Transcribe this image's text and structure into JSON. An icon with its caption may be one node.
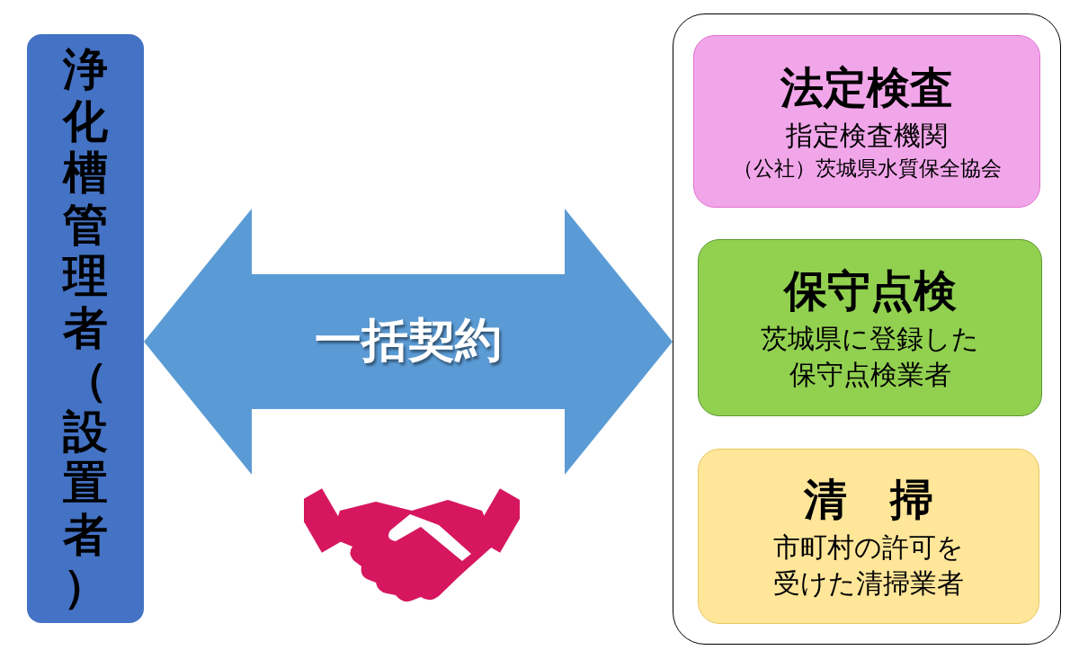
{
  "diagram": {
    "nodes": [
      {
        "text": [
          "浄化槽管理者（設置者）"
        ]
      },
      {
        "text": [],
        "shape": "box"
      },
      {
        "text": [
          "法定検査",
          "指定検査機関",
          "（公社）茨城県水質保全協会"
        ],
        "in": 1
      },
      {
        "text": [
          "保守点検",
          "茨城県に登録した保守点検業者"
        ],
        "in": 1
      },
      {
        "text": [
          "清　掃",
          "市町村の許可を受けた清掃業者"
        ],
        "in": 1
      }
    ],
    "edges": [
      {
        "from": 0,
        "to": 1,
        "arrow": "both",
        "label": "一括契約",
        "style": "thick",
        "color": "#5b9bd5"
      }
    ]
  }
}
